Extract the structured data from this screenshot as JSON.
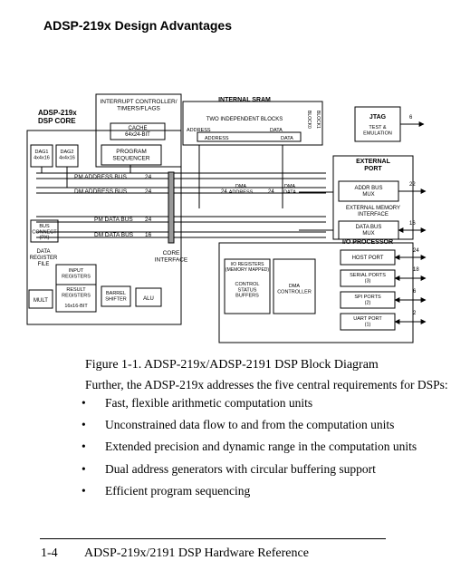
{
  "header": {
    "title": "ADSP-219x Design Advantages"
  },
  "diagram": {
    "core": "ADSP-219x\nDSP CORE",
    "dag1": "DAG1\n4x4x16",
    "dag2": "DAG2\n4x4x16",
    "interrupt": "INTERRUPT CONTROLLER/\nTIMERS/FLAGS",
    "cache": "CACHE\n64x24-BIT",
    "program_sequencer": "PROGRAM\nSEQUENCER",
    "internal_sram": "INTERNAL SRAM",
    "two_blocks": "TWO INDEPENDENT BLOCKS",
    "address": "ADDRESS",
    "data": "DATA",
    "block0": "BLOCK0",
    "block1": "BLOCK1",
    "jtag": "JTAG",
    "test_emulation": "TEST &\nEMULATION",
    "jtag_width": "6",
    "external_port": "EXTERNAL\nPORT",
    "addr_bus_mux": "ADDR BUS\nMUX",
    "ext_addr_width": "22",
    "external_memory_interface": "EXTERNAL MEMORY\nINTERFACE",
    "data_bus_mux": "DATA BUS\nMUX",
    "ext_data_width": "16",
    "pm_address_bus": "PM ADDRESS BUS",
    "pm_address_width": "24",
    "dm_address_bus": "DM ADDRESS BUS",
    "dm_address_width": "24",
    "pm_data_bus": "PM DATA BUS",
    "pm_data_width": "24",
    "dm_data_bus": "DM DATA BUS",
    "dm_data_width": "16",
    "dma_address": "DMA\nADDRESS",
    "dma_address_width": "24",
    "dma_data": "DMA\nDATA",
    "dma_data_width": "24",
    "bus_connect": "BUS\nCONNECT\n(PX)",
    "data_register_file": "DATA\nREGISTER\nFILE",
    "input_registers": "INPUT\nREGISTERS",
    "result_registers": "RESULT\nREGISTERS",
    "reg_size": "16x16-BIT",
    "mult": "MULT",
    "barrel_shifter": "BARREL\nSHIFTER",
    "alu": "ALU",
    "core_interface": "CORE\nINTERFACE",
    "io_registers": "I/O REGISTERS\n(MEMORY MAPPED)",
    "control_status_buffers": "CONTROL\nSTATUS\nBUFFERS",
    "dma_controller": "DMA\nCONTROLLER",
    "io_processor": "I/O PROCESSOR",
    "host_port": "HOST PORT",
    "host_width": "24",
    "serial_ports": "SERIAL PORTS\n(3)",
    "serial_width": "18",
    "spi_ports": "SPI PORTS\n(2)",
    "spi_width": "6",
    "uart_port": "UART PORT\n(1)",
    "uart_width": "2"
  },
  "caption": "Figure 1-1. ADSP-219x/ADSP-2191 DSP Block Diagram",
  "intro": "Further, the ADSP-219x addresses the five central requirements for DSPs:",
  "bullets": [
    "Fast, flexible arithmetic computation units",
    "Unconstrained data flow to and from the computation units",
    "Extended precision and dynamic range in the computation units",
    "Dual address generators with circular buffering support",
    "Efficient program sequencing"
  ],
  "bullet_glyph": "•",
  "footer": {
    "page": "1-4",
    "title": "ADSP-219x/2191 DSP Hardware Reference"
  }
}
